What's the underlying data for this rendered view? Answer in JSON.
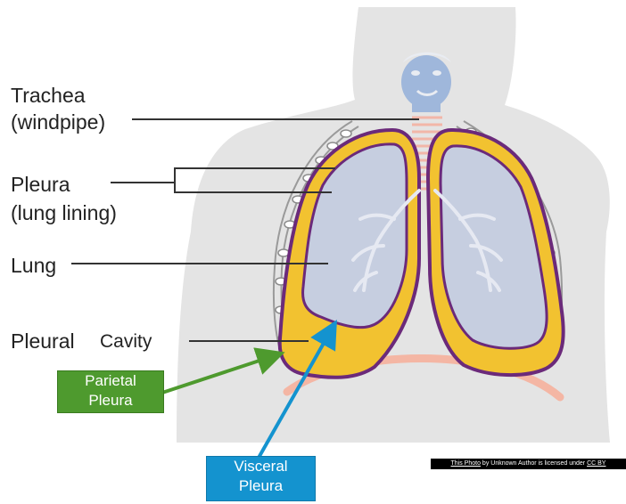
{
  "labels": {
    "trachea": "Trachea",
    "trachea_sub": "(windpipe)",
    "pleura": "Pleura",
    "pleura_sub": "(lung lining)",
    "lung": "Lung",
    "pleural": "Pleural",
    "cavity": "Cavity"
  },
  "callouts": {
    "parietal_line1": "Parietal",
    "parietal_line2": "Pleura",
    "visceral_line1": "Visceral",
    "visceral_line2": "Pleura"
  },
  "credit": {
    "photo_link": "This Photo",
    "middle": " by Unknown Author is licensed under ",
    "license_link": "CC BY"
  },
  "colors": {
    "body": "#e4e4e4",
    "pleura_yellow": "#f2c230",
    "pleura_purple": "#6b2a7a",
    "lung_fill": "#c6cee0",
    "parietal_box": "#4e9a2e",
    "visceral_box": "#1493cf"
  }
}
